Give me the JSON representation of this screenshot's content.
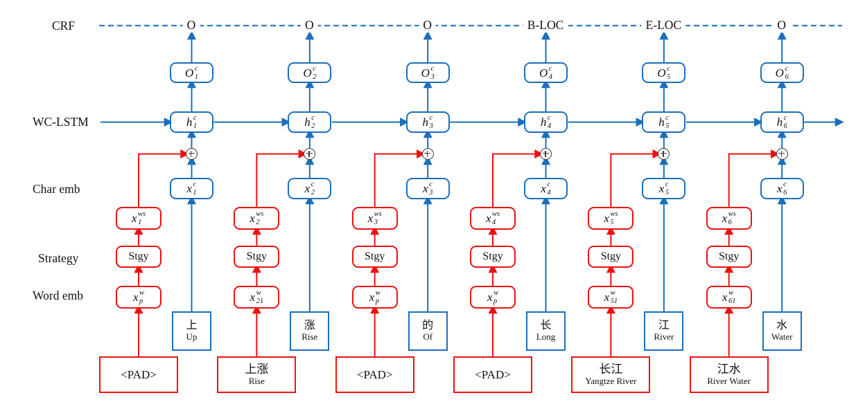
{
  "row_labels": {
    "crf": "CRF",
    "wclstm": "WC-LSTM",
    "char_emb": "Char emb",
    "strategy": "Strategy",
    "word_emb": "Word emb"
  },
  "colors": {
    "blue": "#1b6fbc",
    "red": "#ee1111",
    "dash_blue": "#2f7cc2",
    "circle": "#3d3d3d"
  },
  "operator": {
    "plus": "+"
  },
  "columns": [
    {
      "crf": "O",
      "o": {
        "base": "O",
        "sup": "c",
        "sub": "1"
      },
      "h": {
        "base": "h",
        "sup": "c",
        "sub": "1"
      },
      "xc": {
        "base": "x",
        "sup": "c",
        "sub": "1"
      },
      "xws": {
        "base": "x",
        "sup": "ws",
        "sub": "1"
      },
      "stgy": "Stgy",
      "xw": {
        "base": "x",
        "sup": "w",
        "sub": "p"
      },
      "char": {
        "zh": "上",
        "en": "Up"
      },
      "word": {
        "zh": "<PAD>",
        "en": ""
      }
    },
    {
      "crf": "O",
      "o": {
        "base": "O",
        "sup": "c",
        "sub": "2"
      },
      "h": {
        "base": "h",
        "sup": "c",
        "sub": "2"
      },
      "xc": {
        "base": "x",
        "sup": "c",
        "sub": "2"
      },
      "xws": {
        "base": "x",
        "sup": "ws",
        "sub": "2"
      },
      "stgy": "Stgy",
      "xw": {
        "base": "x",
        "sup": "w",
        "sub": "21"
      },
      "char": {
        "zh": "涨",
        "en": "Rise"
      },
      "word": {
        "zh": "上涨",
        "en": "Rise"
      }
    },
    {
      "crf": "O",
      "o": {
        "base": "O",
        "sup": "c",
        "sub": "3"
      },
      "h": {
        "base": "h",
        "sup": "c",
        "sub": "3"
      },
      "xc": {
        "base": "x",
        "sup": "c",
        "sub": "3"
      },
      "xws": {
        "base": "x",
        "sup": "ws",
        "sub": "3"
      },
      "stgy": "Stgy",
      "xw": {
        "base": "x",
        "sup": "w",
        "sub": "p"
      },
      "char": {
        "zh": "的",
        "en": "Of"
      },
      "word": {
        "zh": "<PAD>",
        "en": ""
      }
    },
    {
      "crf": "B-LOC",
      "o": {
        "base": "O",
        "sup": "c",
        "sub": "4"
      },
      "h": {
        "base": "h",
        "sup": "c",
        "sub": "4"
      },
      "xc": {
        "base": "x",
        "sup": "c",
        "sub": "4"
      },
      "xws": {
        "base": "x",
        "sup": "ws",
        "sub": "4"
      },
      "stgy": "Stgy",
      "xw": {
        "base": "x",
        "sup": "w",
        "sub": "p"
      },
      "char": {
        "zh": "长",
        "en": "Long"
      },
      "word": {
        "zh": "<PAD>",
        "en": ""
      }
    },
    {
      "crf": "E-LOC",
      "o": {
        "base": "O",
        "sup": "c",
        "sub": "5"
      },
      "h": {
        "base": "h",
        "sup": "c",
        "sub": "5"
      },
      "xc": {
        "base": "x",
        "sup": "c",
        "sub": "5"
      },
      "xws": {
        "base": "x",
        "sup": "ws",
        "sub": "5"
      },
      "stgy": "Stgy",
      "xw": {
        "base": "x",
        "sup": "w",
        "sub": "51"
      },
      "char": {
        "zh": "江",
        "en": "River"
      },
      "word": {
        "zh": "长江",
        "en": "Yangtze River"
      }
    },
    {
      "crf": "O",
      "o": {
        "base": "O",
        "sup": "c",
        "sub": "6"
      },
      "h": {
        "base": "h",
        "sup": "c",
        "sub": "6"
      },
      "xc": {
        "base": "x",
        "sup": "c",
        "sub": "6"
      },
      "xws": {
        "base": "x",
        "sup": "ws",
        "sub": "6"
      },
      "stgy": "Stgy",
      "xw": {
        "base": "x",
        "sup": "w",
        "sub": "61"
      },
      "char": {
        "zh": "水",
        "en": "Water"
      },
      "word": {
        "zh": "江水",
        "en": "River Water"
      }
    }
  ]
}
